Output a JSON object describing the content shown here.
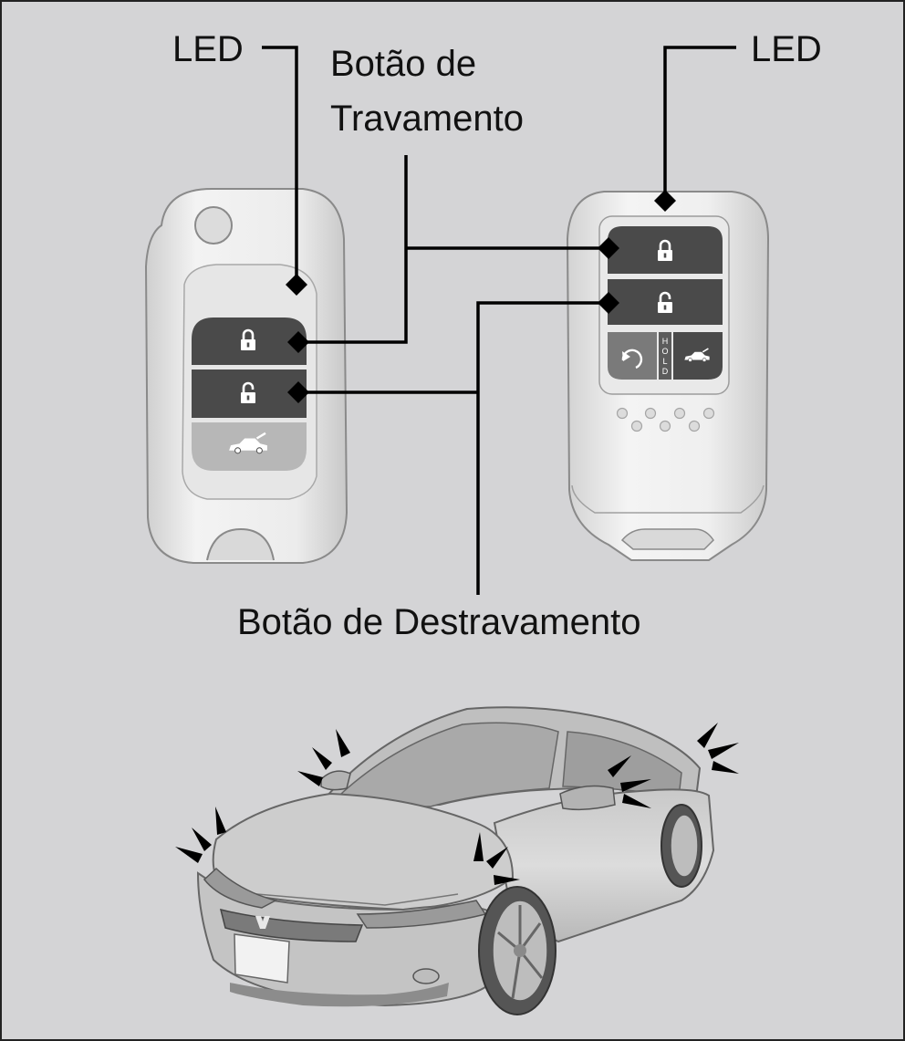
{
  "labels": {
    "led_left": "LED",
    "led_right": "LED",
    "lock_button_line1": "Botão de",
    "lock_button_line2": "Travamento",
    "unlock_button": "Botão de Destravamento"
  },
  "smart_key": {
    "hold_text": "HOLD"
  },
  "colors": {
    "background": "#d4d4d6",
    "button_dark": "#4a4a4a",
    "callout": "#000000",
    "key_body": "#eaeaea"
  }
}
